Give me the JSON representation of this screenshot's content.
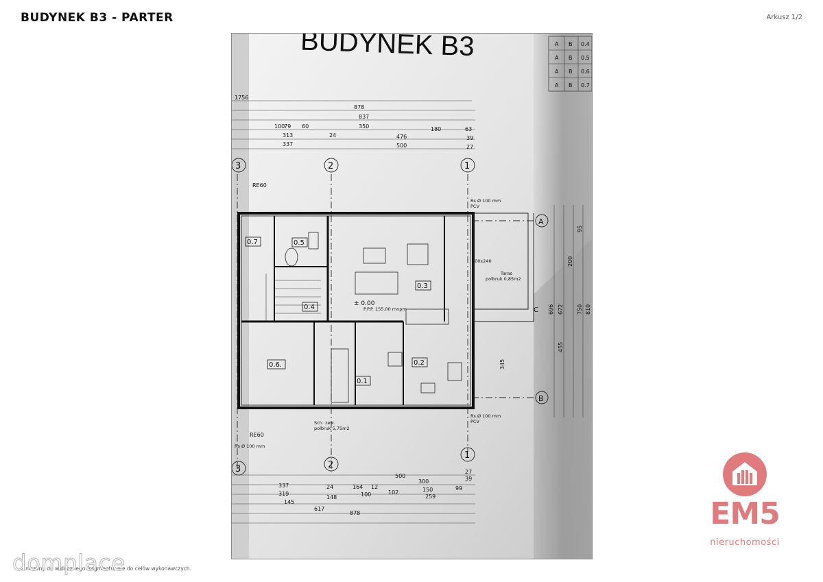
{
  "header": {
    "title": "BUDYNEK B3 - PARTER",
    "sheet": "Arkusz 1/2"
  },
  "plan": {
    "heading": "BUDYNEK B3",
    "dims_top": [
      "1756",
      "878",
      "837",
      "350",
      "180",
      "63",
      "313",
      "24",
      "476",
      "39",
      "337",
      "500",
      "27",
      "100",
      "79",
      "60"
    ],
    "dims_bottom": [
      "337",
      "24",
      "164",
      "12",
      "500",
      "27",
      "319",
      "148",
      "100",
      "102",
      "150",
      "99",
      "145",
      "617",
      "259",
      "878",
      "300",
      "39"
    ],
    "dims_right": [
      "696",
      "672",
      "455",
      "345",
      "200",
      "750",
      "810",
      "95"
    ],
    "axis_labels": [
      "3",
      "2",
      "1",
      "A",
      "B",
      "C"
    ],
    "rooms": [
      {
        "label": "0.1"
      },
      {
        "label": "0.2"
      },
      {
        "label": "0.3"
      },
      {
        "label": "0.4"
      },
      {
        "label": "0.5"
      },
      {
        "label": "0.6."
      },
      {
        "label": "0.7"
      }
    ],
    "notes": {
      "level": "± 0.00",
      "level_sub": "P.P.P. 155.00 mnpm",
      "terrace": "Taras",
      "terrace_area": "polbruk 0,85m2",
      "pipe_top": "Rs Ø 100 mm",
      "pipe_pcv": "PCV",
      "pipe_bottom": "Rs Ø 100 mm",
      "pipe_left": "Rs Ø 100 mm",
      "re60_top": "RE60",
      "re60_bottom": "RE60",
      "steps": "Sch. zew.",
      "steps_area": "polbruk 5,75m2",
      "door": "200x240",
      "legend_col1": "A",
      "legend_col2": "B",
      "legend_vals": [
        "0.4",
        "0.5",
        "0.6",
        "0.7"
      ]
    }
  },
  "footnote": "...niczony do widocznego fragmentu; nie do celów wykonawczych.",
  "watermark": "domplace",
  "logo": {
    "main": "EM5",
    "sub": "nieruchomości",
    "color": "#e17a7c"
  }
}
